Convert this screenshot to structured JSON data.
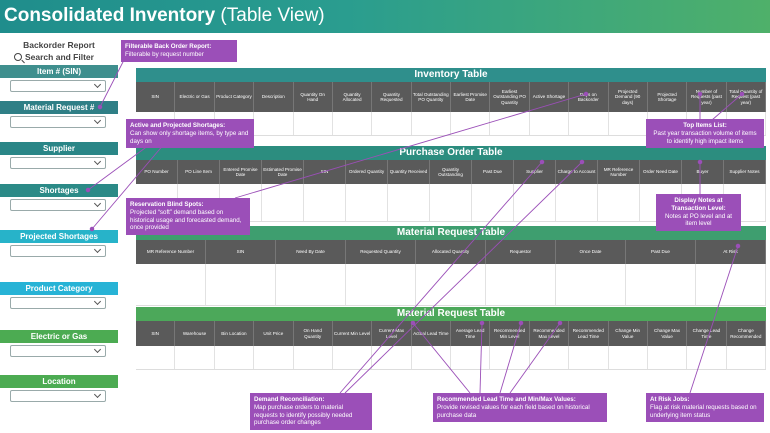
{
  "banner": {
    "title_bold": "Consolidated Inventory",
    "title_light": "(Table View)"
  },
  "sidebar": {
    "heading": "Backorder Report",
    "search": "Search and Filter",
    "filters": [
      {
        "label": "Item # (SIN)",
        "color": "#3f8f8e"
      },
      {
        "label": "Material Request #",
        "color": "#2f7f86"
      },
      {
        "label": "Supplier",
        "color": "#2a8687"
      },
      {
        "label": "Shortages",
        "color": "#2b8a87"
      },
      {
        "label": "Projected Shortages",
        "color": "#27b3c9"
      },
      {
        "label": "Product Category",
        "color": "#27b3d6"
      },
      {
        "label": "Electric or Gas",
        "color": "#4cab52"
      },
      {
        "label": "Location",
        "color": "#4cab52"
      }
    ]
  },
  "tables": [
    {
      "title": "Inventory Table",
      "color": "#2f8f8c",
      "columns": [
        "SIN",
        "Electric or Gas",
        "Product Category",
        "Description",
        "Quantity On Hand",
        "Quantity Allocated",
        "Quantity Requested",
        "Total Outstanding PO Quantity",
        "Earliest Promise Date",
        "Earliest Outstanding PO Quantity",
        "Active Shortage",
        "Days on Backorder",
        "Projected Demand (90 days)",
        "Projected Shortage",
        "Number of Requests (past year)",
        "Total Quantity of Request (past year)"
      ]
    },
    {
      "title": "Purchase Order Table",
      "color": "#2c8d7f",
      "columns": [
        "PO Number",
        "PO Line Item",
        "Entered Promise Date",
        "Estimated Promise Date",
        "SIN",
        "Ordered Quantity",
        "Quantity Received",
        "Quantity Outstanding",
        "Past Due",
        "Supplier",
        "Charge to Account",
        "MR Reference Number",
        "Order Need Date",
        "Buyer",
        "Supplier Notes"
      ]
    },
    {
      "title": "Material Request Table",
      "color": "#3e9e6f",
      "columns": [
        "MR Reference Number",
        "SIN",
        "Need By Date",
        "Requested Quantity",
        "Allocated Quantity",
        "Requestor",
        "Once Date",
        "Past Due",
        "At Risk"
      ]
    },
    {
      "title": "Material Request Table",
      "color": "#4ca85a",
      "columns": [
        "SIN",
        "Warehouse",
        "Bin Location",
        "Unit Price",
        "On Hand Quantity",
        "Current Min Level",
        "Current Max Level",
        "Actual Lead Time",
        "Average Lead Time",
        "Recommended Min Level",
        "Recommended Max Level",
        "Recommended Lead Time",
        "Change Min Value",
        "Change Max Value",
        "Change Lead Time",
        "Change Recommended"
      ]
    }
  ],
  "callouts": {
    "filterable": {
      "title": "Filterable Back Order Report:",
      "body": "Filterable by request number"
    },
    "shortages": {
      "title": "Active and Projected Shortages:",
      "body": "Can show only shortage items, by type and days on"
    },
    "top_items": {
      "title": "Top Items List:",
      "body": "Past year transaction volume of items to identify high impact items"
    },
    "blind_spots": {
      "title": "Reservation Blind Spots:",
      "body": "Projected “soft” demand based on historical usage and forecasted demand, once provided"
    },
    "notes": {
      "title": "Display Notes at Transaction Level:",
      "body": "Notes at PO level and at item level"
    },
    "demand": {
      "title": "Demand Reconciliation:",
      "body": "Map purchase orders to material requests to identify possibly needed purchase order changes"
    },
    "lead_time": {
      "title": "Recommended Lead Time and Min/Max Values:",
      "body": "Provide revised values for each field based on historical purchase data"
    },
    "at_risk": {
      "title": "At Risk Jobs:",
      "body": "Flag at risk material requests based on underlying item status"
    }
  },
  "colors": {
    "callout": "#9b4fb8",
    "header_gray": "#5a5a5a"
  }
}
